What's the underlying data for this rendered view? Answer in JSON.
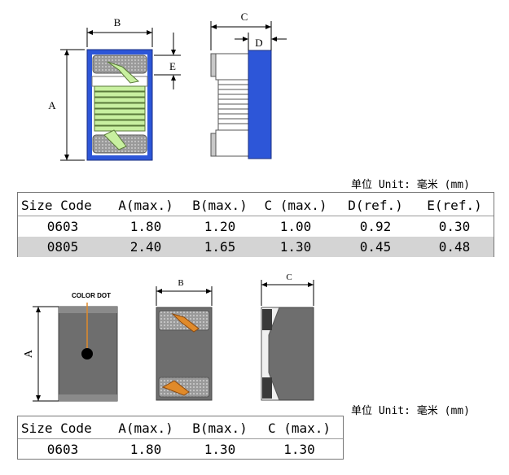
{
  "section1": {
    "labels": {
      "a": "A",
      "b": "B",
      "c": "C",
      "d": "D",
      "e": "E"
    },
    "unit": "单位 Unit: 毫米 (mm)",
    "table": {
      "headers": [
        "Size Code",
        "A(max.)",
        "B(max.)",
        "C (max.)",
        "D(ref.)",
        "E(ref.)"
      ],
      "rows": [
        [
          "0603",
          "1.80",
          "1.20",
          "1.00",
          "0.92",
          "0.30"
        ],
        [
          "0805",
          "2.40",
          "1.65",
          "1.30",
          "0.45",
          "0.48"
        ]
      ]
    }
  },
  "section2": {
    "labels": {
      "a": "A",
      "b": "B",
      "c": "C",
      "color_dot": "COLOR DOT"
    },
    "unit": "单位 Unit: 毫米 (mm)",
    "table": {
      "headers": [
        "Size Code",
        "A(max.)",
        "B(max.)",
        "C (max.)"
      ],
      "rows": [
        [
          "0603",
          "1.80",
          "1.30",
          "1.30"
        ]
      ]
    }
  },
  "colors": {
    "inductor_blue": "#2d56d8",
    "winding_green": "#c8f0a0",
    "body_gray": "#6e6e6e",
    "terminal_gray": "#a8a8a8",
    "wire_orange": "#e08a2a",
    "row_shade": "#d4d4d4"
  }
}
